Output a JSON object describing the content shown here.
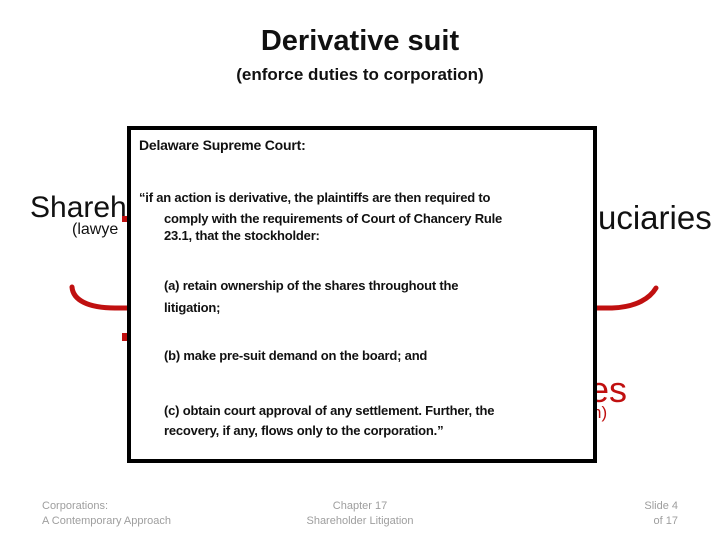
{
  "slide": {
    "title": "Derivative suit",
    "subtitle": "(enforce duties to corporation)"
  },
  "background": {
    "left_text_fragment": "Shareho",
    "left_subtext_fragment": "(lawye",
    "right_text_fragment": "uciaries",
    "right_red_fragment": "es",
    "right_red_paren_fragment": "n)"
  },
  "callout": {
    "heading": "Delaware Supreme Court:",
    "intro_lines": [
      "“if an action is derivative, the plaintiffs are then required to",
      "comply with the requirements of Court of Chancery Rule",
      "23.1, that the stockholder:"
    ],
    "item_a_lines": [
      "(a) retain ownership of the shares throughout the",
      "litigation;"
    ],
    "item_b_lines": [
      "(b) make pre-suit demand on the board; and"
    ],
    "item_c_lines": [
      "(c) obtain court approval of any settlement. Further, the",
      "recovery, if any, flows only to the corporation.”"
    ]
  },
  "footer": {
    "book_line1": "Corporations:",
    "book_line2": "A Contemporary Approach",
    "chapter_line1": "Chapter 17",
    "chapter_line2": "Shareholder Litigation",
    "slide_line1": "Slide 4",
    "slide_line2": "of 17"
  },
  "colors": {
    "annotation_red": "#C01010",
    "footer_gray": "#9E9E9E"
  }
}
